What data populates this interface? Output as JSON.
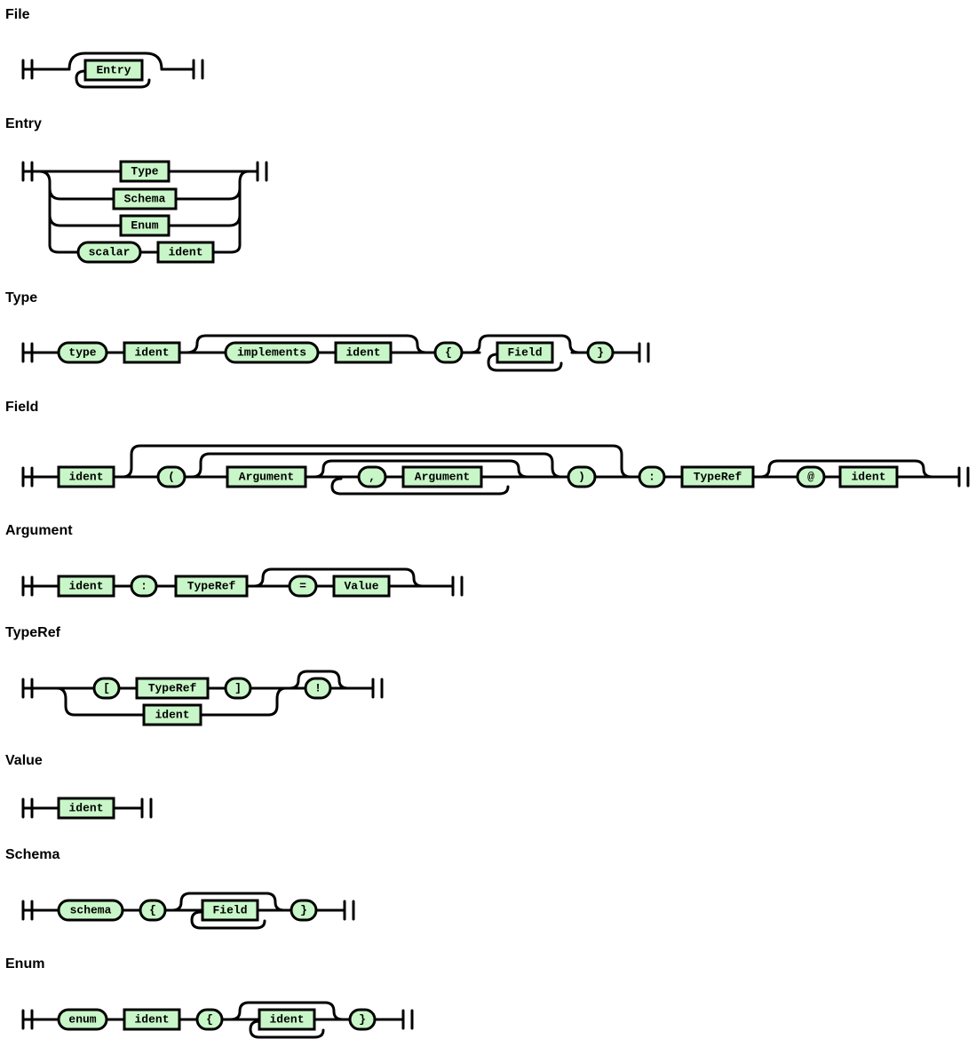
{
  "rules": [
    {
      "name": "File",
      "tokens": [
        {
          "kind": "nt",
          "text": "Entry"
        }
      ]
    },
    {
      "name": "Entry",
      "tokens": [
        {
          "kind": "nt",
          "text": "Type"
        },
        {
          "kind": "nt",
          "text": "Schema"
        },
        {
          "kind": "nt",
          "text": "Enum"
        },
        {
          "kind": "term",
          "text": "scalar"
        },
        {
          "kind": "nt",
          "text": "ident"
        }
      ]
    },
    {
      "name": "Type",
      "tokens": [
        {
          "kind": "term",
          "text": "type"
        },
        {
          "kind": "nt",
          "text": "ident"
        },
        {
          "kind": "term",
          "text": "implements"
        },
        {
          "kind": "nt",
          "text": "ident"
        },
        {
          "kind": "term",
          "text": "{"
        },
        {
          "kind": "nt",
          "text": "Field"
        },
        {
          "kind": "term",
          "text": "}"
        }
      ]
    },
    {
      "name": "Field",
      "tokens": [
        {
          "kind": "nt",
          "text": "ident"
        },
        {
          "kind": "term",
          "text": "("
        },
        {
          "kind": "nt",
          "text": "Argument"
        },
        {
          "kind": "term",
          "text": ","
        },
        {
          "kind": "nt",
          "text": "Argument"
        },
        {
          "kind": "term",
          "text": ")"
        },
        {
          "kind": "term",
          "text": ":"
        },
        {
          "kind": "nt",
          "text": "TypeRef"
        },
        {
          "kind": "term",
          "text": "@"
        },
        {
          "kind": "nt",
          "text": "ident"
        }
      ]
    },
    {
      "name": "Argument",
      "tokens": [
        {
          "kind": "nt",
          "text": "ident"
        },
        {
          "kind": "term",
          "text": ":"
        },
        {
          "kind": "nt",
          "text": "TypeRef"
        },
        {
          "kind": "term",
          "text": "="
        },
        {
          "kind": "nt",
          "text": "Value"
        }
      ]
    },
    {
      "name": "TypeRef",
      "tokens": [
        {
          "kind": "term",
          "text": "["
        },
        {
          "kind": "nt",
          "text": "TypeRef"
        },
        {
          "kind": "term",
          "text": "]"
        },
        {
          "kind": "nt",
          "text": "ident"
        },
        {
          "kind": "term",
          "text": "!"
        }
      ]
    },
    {
      "name": "Value",
      "tokens": [
        {
          "kind": "nt",
          "text": "ident"
        }
      ]
    },
    {
      "name": "Schema",
      "tokens": [
        {
          "kind": "term",
          "text": "schema"
        },
        {
          "kind": "term",
          "text": "{"
        },
        {
          "kind": "nt",
          "text": "Field"
        },
        {
          "kind": "term",
          "text": "}"
        }
      ]
    },
    {
      "name": "Enum",
      "tokens": [
        {
          "kind": "term",
          "text": "enum"
        },
        {
          "kind": "nt",
          "text": "ident"
        },
        {
          "kind": "term",
          "text": "{"
        },
        {
          "kind": "nt",
          "text": "ident"
        },
        {
          "kind": "term",
          "text": "}"
        }
      ]
    }
  ]
}
